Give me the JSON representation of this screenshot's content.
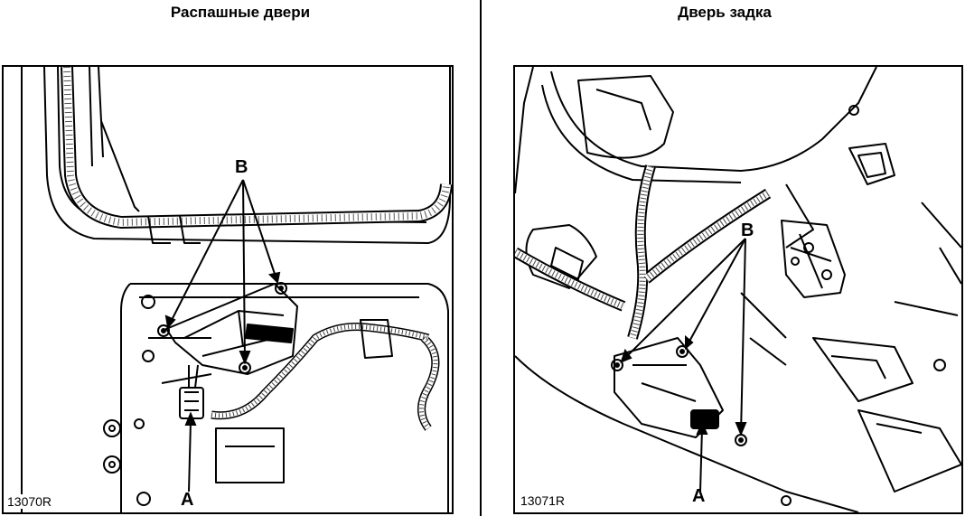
{
  "titles": {
    "left": "Распашные двери",
    "right": "Дверь задка"
  },
  "figures": {
    "left": {
      "code": "13070R",
      "callout_a": "A",
      "callout_b": "B"
    },
    "right": {
      "code": "13071R",
      "callout_a": "A",
      "callout_b": "B"
    }
  }
}
